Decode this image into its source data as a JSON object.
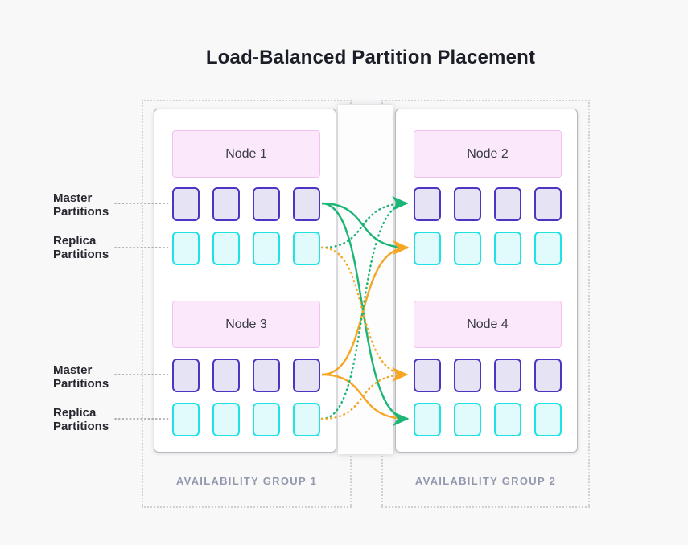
{
  "title": "Load-Balanced Partition Placement",
  "side_labels": [
    "Master Partitions",
    "Replica Partitions",
    "Master Partitions",
    "Replica Partitions"
  ],
  "partitions_per_row": 4,
  "groups": [
    {
      "label": "AVAILABILITY GROUP 1",
      "nodes": [
        {
          "name": "Node 1"
        },
        {
          "name": "Node 3"
        }
      ]
    },
    {
      "label": "AVAILABILITY GROUP 2",
      "nodes": [
        {
          "name": "Node 2"
        },
        {
          "name": "Node 4"
        }
      ]
    }
  ],
  "colors": {
    "green": "#1cb576",
    "orange": "#f6a623",
    "master_border": "#4936c2",
    "master_fill": "#e6e4f4",
    "replica_border": "#20e1e6",
    "replica_fill": "#e1fbfd",
    "node_fill": "#fbe9fb",
    "node_border": "#f2c2ee",
    "leader_gray": "#98989e",
    "group_label_gray": "#9398ae"
  },
  "edges": [
    {
      "from": "node1-master",
      "to": "node2-replica",
      "color": "green",
      "style": "solid",
      "arrow": false
    },
    {
      "from": "node3-master",
      "to": "node2-replica",
      "color": "orange",
      "style": "solid",
      "arrow": true
    },
    {
      "from": "node3-master",
      "to": "node4-replica",
      "color": "orange",
      "style": "solid",
      "arrow": false
    },
    {
      "from": "node1-master",
      "to": "node4-replica",
      "color": "green",
      "style": "solid",
      "arrow": true
    },
    {
      "from": "node3-replica",
      "to": "node2-master",
      "color": "green",
      "style": "dotted",
      "arrow": false
    },
    {
      "from": "node1-replica",
      "to": "node2-master",
      "color": "green",
      "style": "dotted",
      "arrow": true
    },
    {
      "from": "node1-replica",
      "to": "node4-master",
      "color": "orange",
      "style": "dotted",
      "arrow": false
    },
    {
      "from": "node3-replica",
      "to": "node4-master",
      "color": "orange",
      "style": "dotted",
      "arrow": true
    }
  ]
}
